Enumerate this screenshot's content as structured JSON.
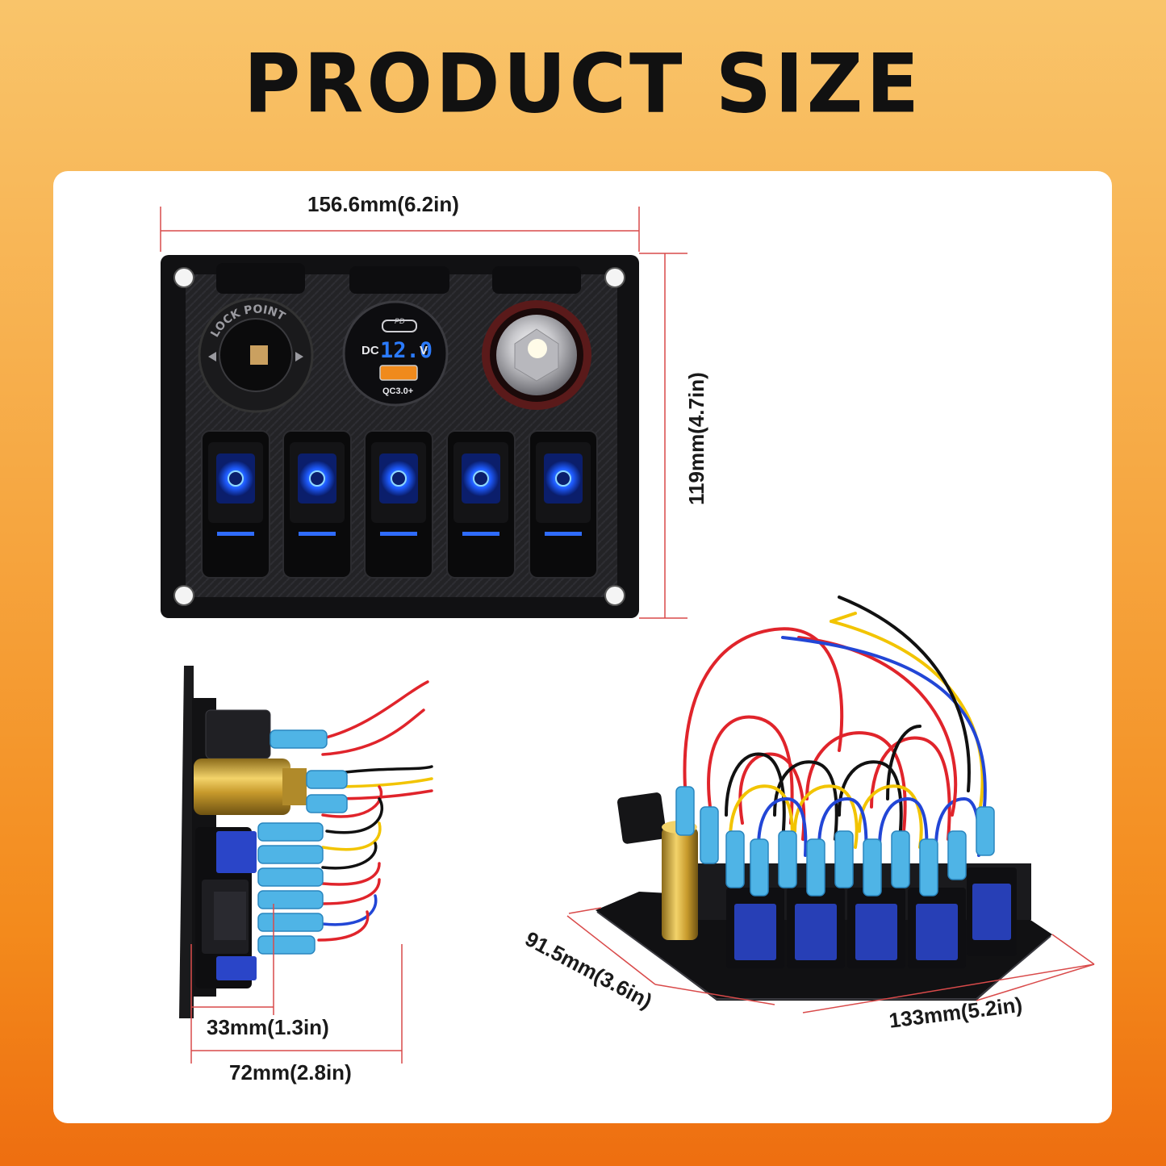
{
  "title": "PRODUCT SIZE",
  "front_view": {
    "width_label": "156.6mm(6.2in)",
    "height_label": "119mm(4.7in)",
    "socket_text": "LOCK POINT",
    "usb": {
      "dc_label": "DC",
      "voltage": "12.0",
      "v_label": "V",
      "pd_label": "PD",
      "qc_label": "QC3.0+"
    },
    "switch_count": 5,
    "switch_indicator_color": "#1e5bff"
  },
  "side_view": {
    "depth_label": "33mm(1.3in)",
    "total_label": "72mm(2.8in)"
  },
  "perspective_view": {
    "depth_label": "91.5mm(3.6in)",
    "width_label": "133mm(5.2in)"
  },
  "colors": {
    "accent_orange": "#f38a1c",
    "dimension_line": "#d94a4a",
    "panel": "#1b1b1d",
    "wire_red": "#e0242b",
    "wire_blue": "#2246d6",
    "wire_yellow": "#f2c400",
    "connector_blue": "#4fb4e6"
  }
}
